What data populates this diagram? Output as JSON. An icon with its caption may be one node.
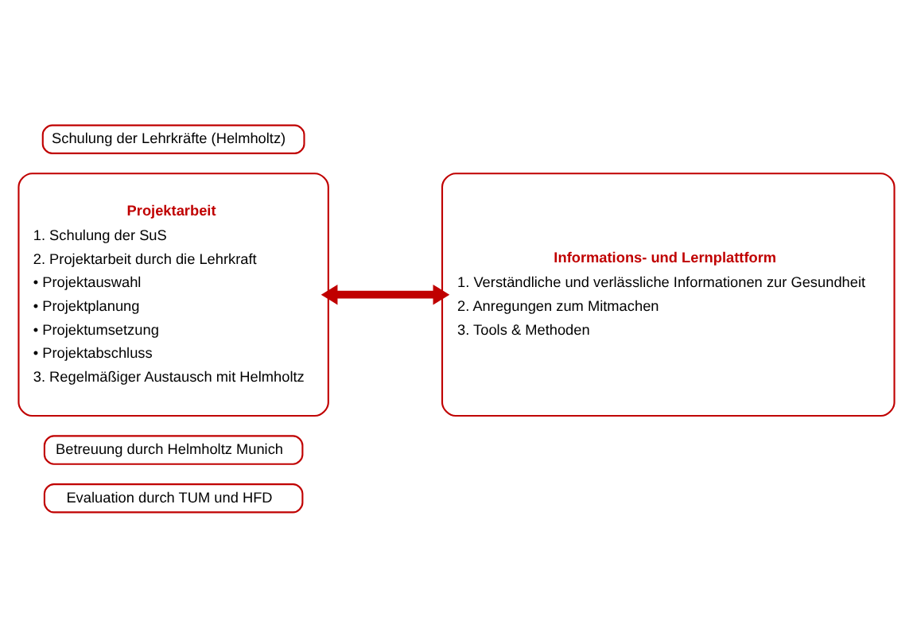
{
  "diagram": {
    "nodes": [
      {
        "text": [
          "Schulung der Lehrkräfte (Helmholtz)"
        ]
      },
      {
        "text": [
          "Projektarbeit",
          "1. Schulung der SuS",
          "2. Projektarbeit durch die Lehrkraft",
          "• Projektauswahl",
          "• Projektplanung",
          "• Projektumsetzung",
          "• Projektabschluss",
          "3. Regelmäßiger Austausch mit Helmholtz"
        ]
      },
      {
        "text": [
          "Informations- und Lernplattform",
          "1. Verständliche und verlässliche Informationen zur Gesundheit",
          "2. Anregungen zum Mitmachen",
          "3. Tools & Methoden"
        ]
      },
      {
        "text": [
          "Betreuung durch Helmholtz Munich"
        ]
      },
      {
        "text": [
          "Evaluation durch TUM und HFD"
        ]
      }
    ],
    "edges": [
      {
        "from": 1,
        "to": 2,
        "arrow": "both",
        "color": "#c00000"
      }
    ]
  }
}
